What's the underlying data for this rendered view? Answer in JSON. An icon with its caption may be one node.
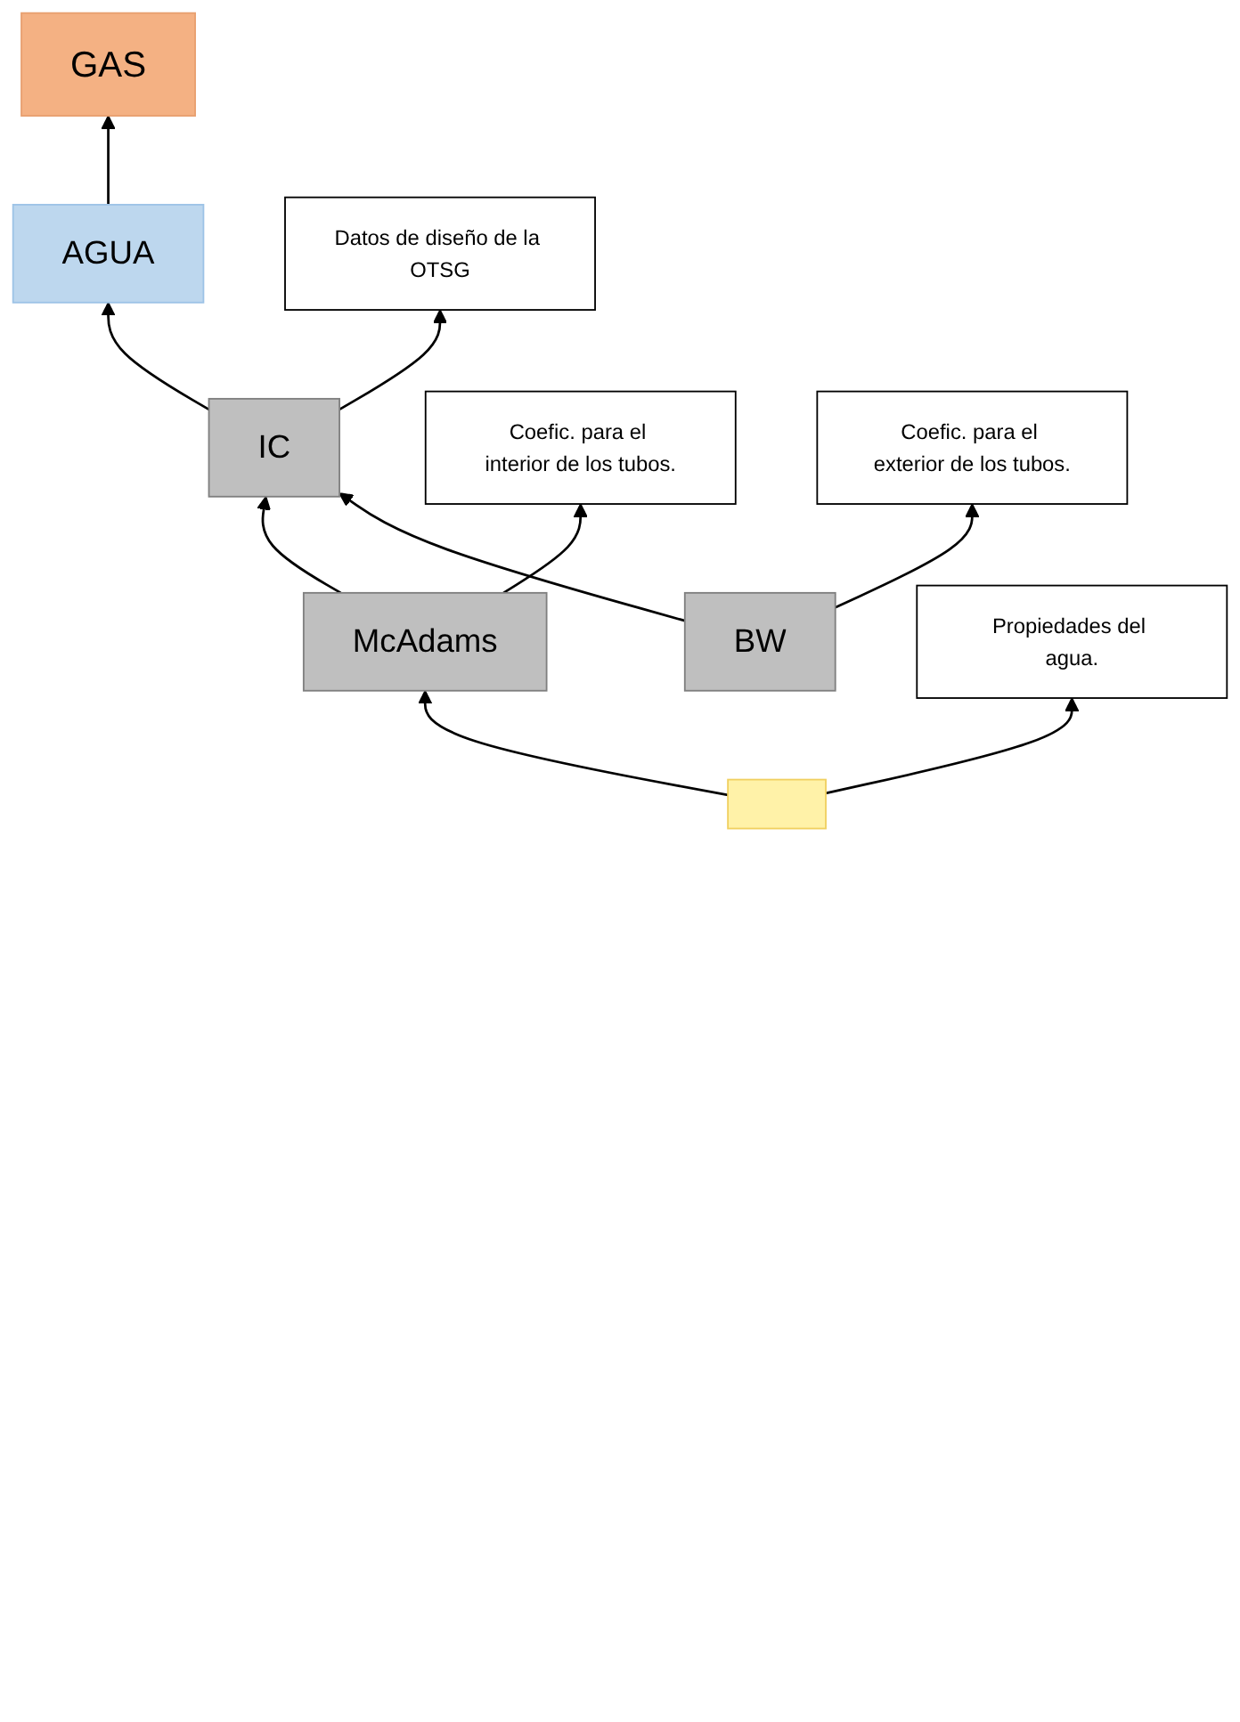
{
  "diagram": {
    "nodes": [
      {
        "text": [
          "GAS"
        ]
      },
      {
        "text": [
          "AGUA"
        ]
      },
      {
        "text": [
          "IC"
        ]
      },
      {
        "text": [
          "Datos de diseño de la OTSG"
        ]
      },
      {
        "text": [
          "McAdams"
        ]
      },
      {
        "text": [
          "BW"
        ]
      },
      {
        "text": [],
        "shape": "box"
      },
      {
        "text": [
          "Propiedades del agua."
        ]
      },
      {
        "text": [
          "Coefic. para el interior de los tubos."
        ]
      },
      {
        "text": [
          "Coefic. para el exterior de los tubos."
        ]
      }
    ],
    "edges": [
      {
        "from": 1,
        "to": 0,
        "arrow": "to"
      },
      {
        "from": 2,
        "to": 1,
        "arrow": "to"
      },
      {
        "from": 2,
        "to": 3,
        "arrow": "to"
      },
      {
        "from": 4,
        "to": 2,
        "arrow": "to"
      },
      {
        "from": 5,
        "to": 2,
        "arrow": "to"
      },
      {
        "from": 6,
        "to": 4,
        "arrow": "to"
      },
      {
        "from": 6,
        "to": 7,
        "arrow": "to"
      },
      {
        "from": 4,
        "to": 8,
        "arrow": "to"
      },
      {
        "from": 5,
        "to": 9,
        "arrow": "to"
      }
    ]
  }
}
